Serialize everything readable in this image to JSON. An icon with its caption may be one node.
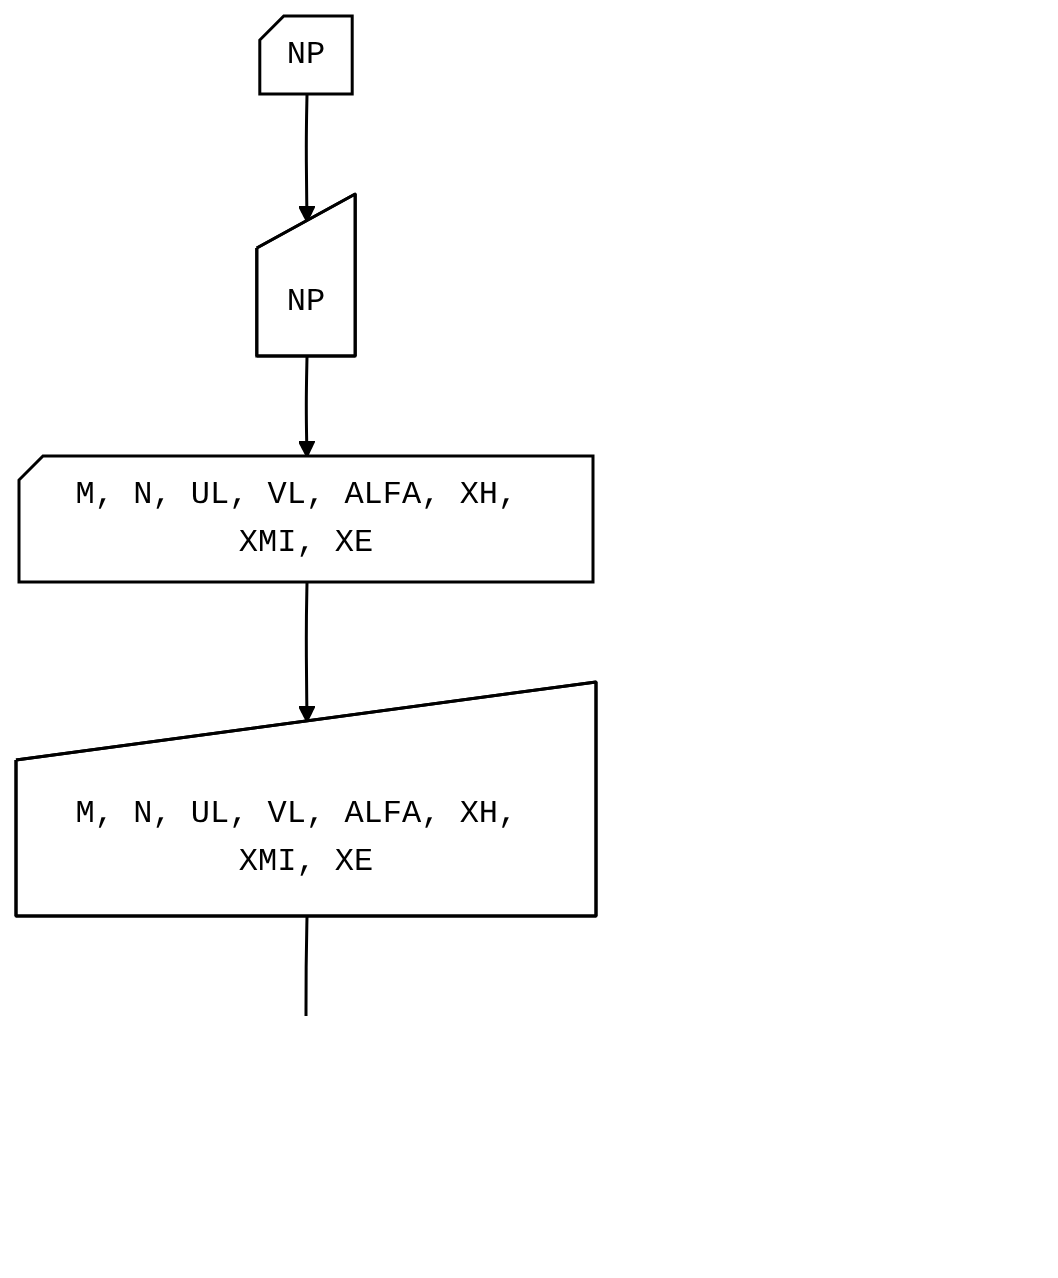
{
  "diagram": {
    "nodes": [
      {
        "text": [
          "NP"
        ]
      },
      {
        "text": [
          "NP"
        ]
      },
      {
        "text": [
          "M, N, UL, VL, ALFA, XH, XMI, XE"
        ]
      },
      {
        "text": [
          "M, N, UL, VL, ALFA, XH, XMI, XE"
        ]
      }
    ],
    "edges": [
      {
        "from": 0,
        "to": 1,
        "arrow": "to"
      },
      {
        "from": 1,
        "to": 2,
        "arrow": "to"
      },
      {
        "from": 2,
        "to": 3,
        "arrow": "to"
      },
      {
        "from": 3,
        "to": null,
        "arrow": "none"
      }
    ]
  }
}
